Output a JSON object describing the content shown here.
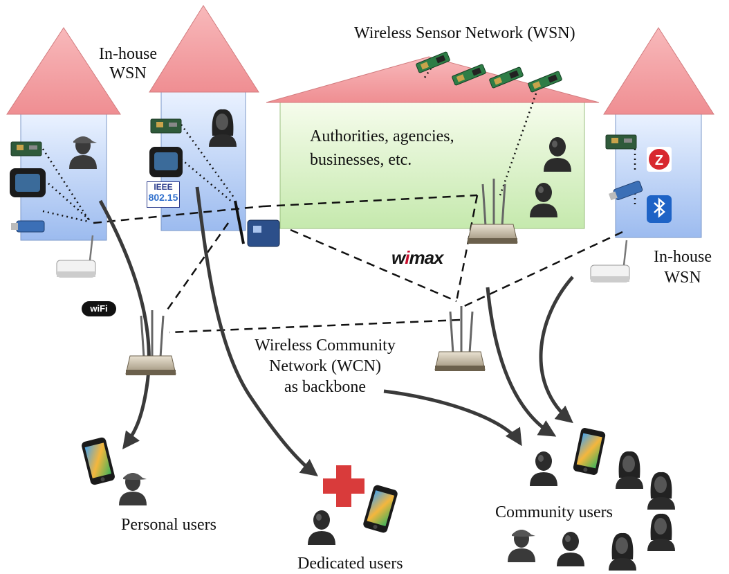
{
  "labels": {
    "inhouse_left": "In-house\nWSN",
    "wsn_title": "Wireless Sensor Network (WSN)",
    "authorities": "Authorities, agencies,\nbusinesses, etc.",
    "inhouse_right": "In-house\nWSN",
    "wcn": "Wireless Community\nNetwork (WCN)\nas backbone",
    "personal_users": "Personal users",
    "dedicated_users": "Dedicated users",
    "community_users": "Community users"
  },
  "logos": {
    "wimax_w": "w",
    "wimax_i": "i",
    "wimax_rest": "max",
    "wifi": "wiFi",
    "ieee_top": "IEEE",
    "ieee_bottom": "802.15",
    "zigbee": "Z",
    "bluetooth": "ʙ"
  },
  "colors": {
    "roof": "#f4a3a6",
    "roof_stroke": "#c96b6e",
    "house_blue_top": "#e9f1ff",
    "house_blue_bottom": "#9dbcf0",
    "building_green_top": "#f4fbe8",
    "building_green_bottom": "#c7eab0",
    "arrow": "#3a3a3a",
    "link": "#111111"
  }
}
